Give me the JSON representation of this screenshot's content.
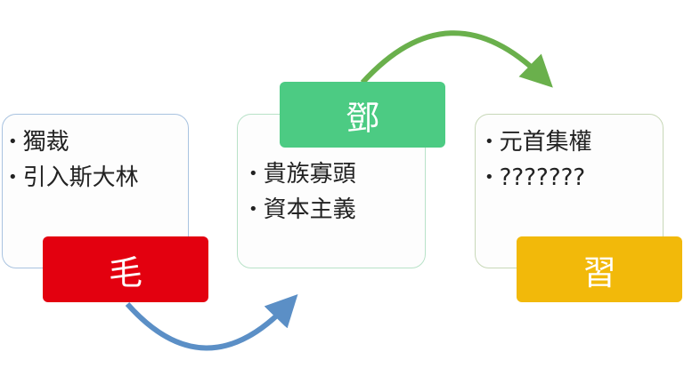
{
  "diagram": {
    "type": "process-flow",
    "stages": [
      {
        "leader": "毛",
        "color": "#e3000f",
        "border": "#a9c3e0",
        "bullets": [
          "獨裁",
          "引入斯大林"
        ]
      },
      {
        "leader": "鄧",
        "color": "#4ccb83",
        "border": "#b8e2c8",
        "bullets": [
          "貴族寡頭",
          "資本主義"
        ]
      },
      {
        "leader": "習",
        "color": "#f2b90a",
        "border": "#c8d8b8",
        "bullets": [
          "元首集權",
          "???????"
        ]
      }
    ],
    "arrows": [
      {
        "from": "毛",
        "to": "鄧",
        "color": "#5b8fc6"
      },
      {
        "from": "鄧",
        "to": "習",
        "color": "#6ab04c"
      }
    ],
    "bullet_glyph": "•"
  }
}
